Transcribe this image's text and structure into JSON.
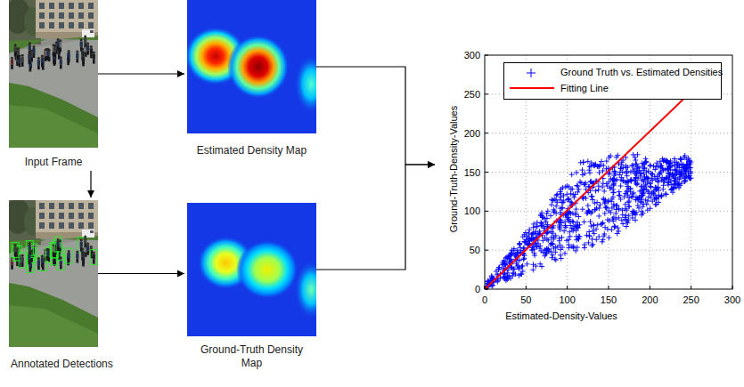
{
  "diagram": {
    "nodes": [
      {
        "text": [
          "Input Frame"
        ]
      },
      {
        "text": [
          "Estimated Density Map"
        ]
      },
      {
        "text": [
          "Annotated Detections"
        ]
      },
      {
        "text": [
          "Ground-Truth Density Map"
        ]
      },
      {
        "text": [
          "Ground-Truth-Density-Values",
          "Estimated-Density-Values"
        ]
      }
    ],
    "edges": [
      {
        "from": 0,
        "to": 1,
        "arrow": "to"
      },
      {
        "from": 0,
        "to": 2,
        "arrow": "to"
      },
      {
        "from": 2,
        "to": 3,
        "arrow": "to"
      },
      {
        "from": 1,
        "to": 4,
        "arrow": "to"
      },
      {
        "from": 3,
        "to": 4,
        "arrow": "to"
      }
    ],
    "labels": [
      "300",
      "250",
      "200",
      "150",
      "100",
      "50",
      "0",
      "0",
      "50",
      "100",
      "150",
      "200",
      "250",
      "300"
    ],
    "legend": [
      {
        "text": "Ground Truth vs. Estimated Densities"
      },
      {
        "text": "Fitting Line"
      }
    ]
  }
}
